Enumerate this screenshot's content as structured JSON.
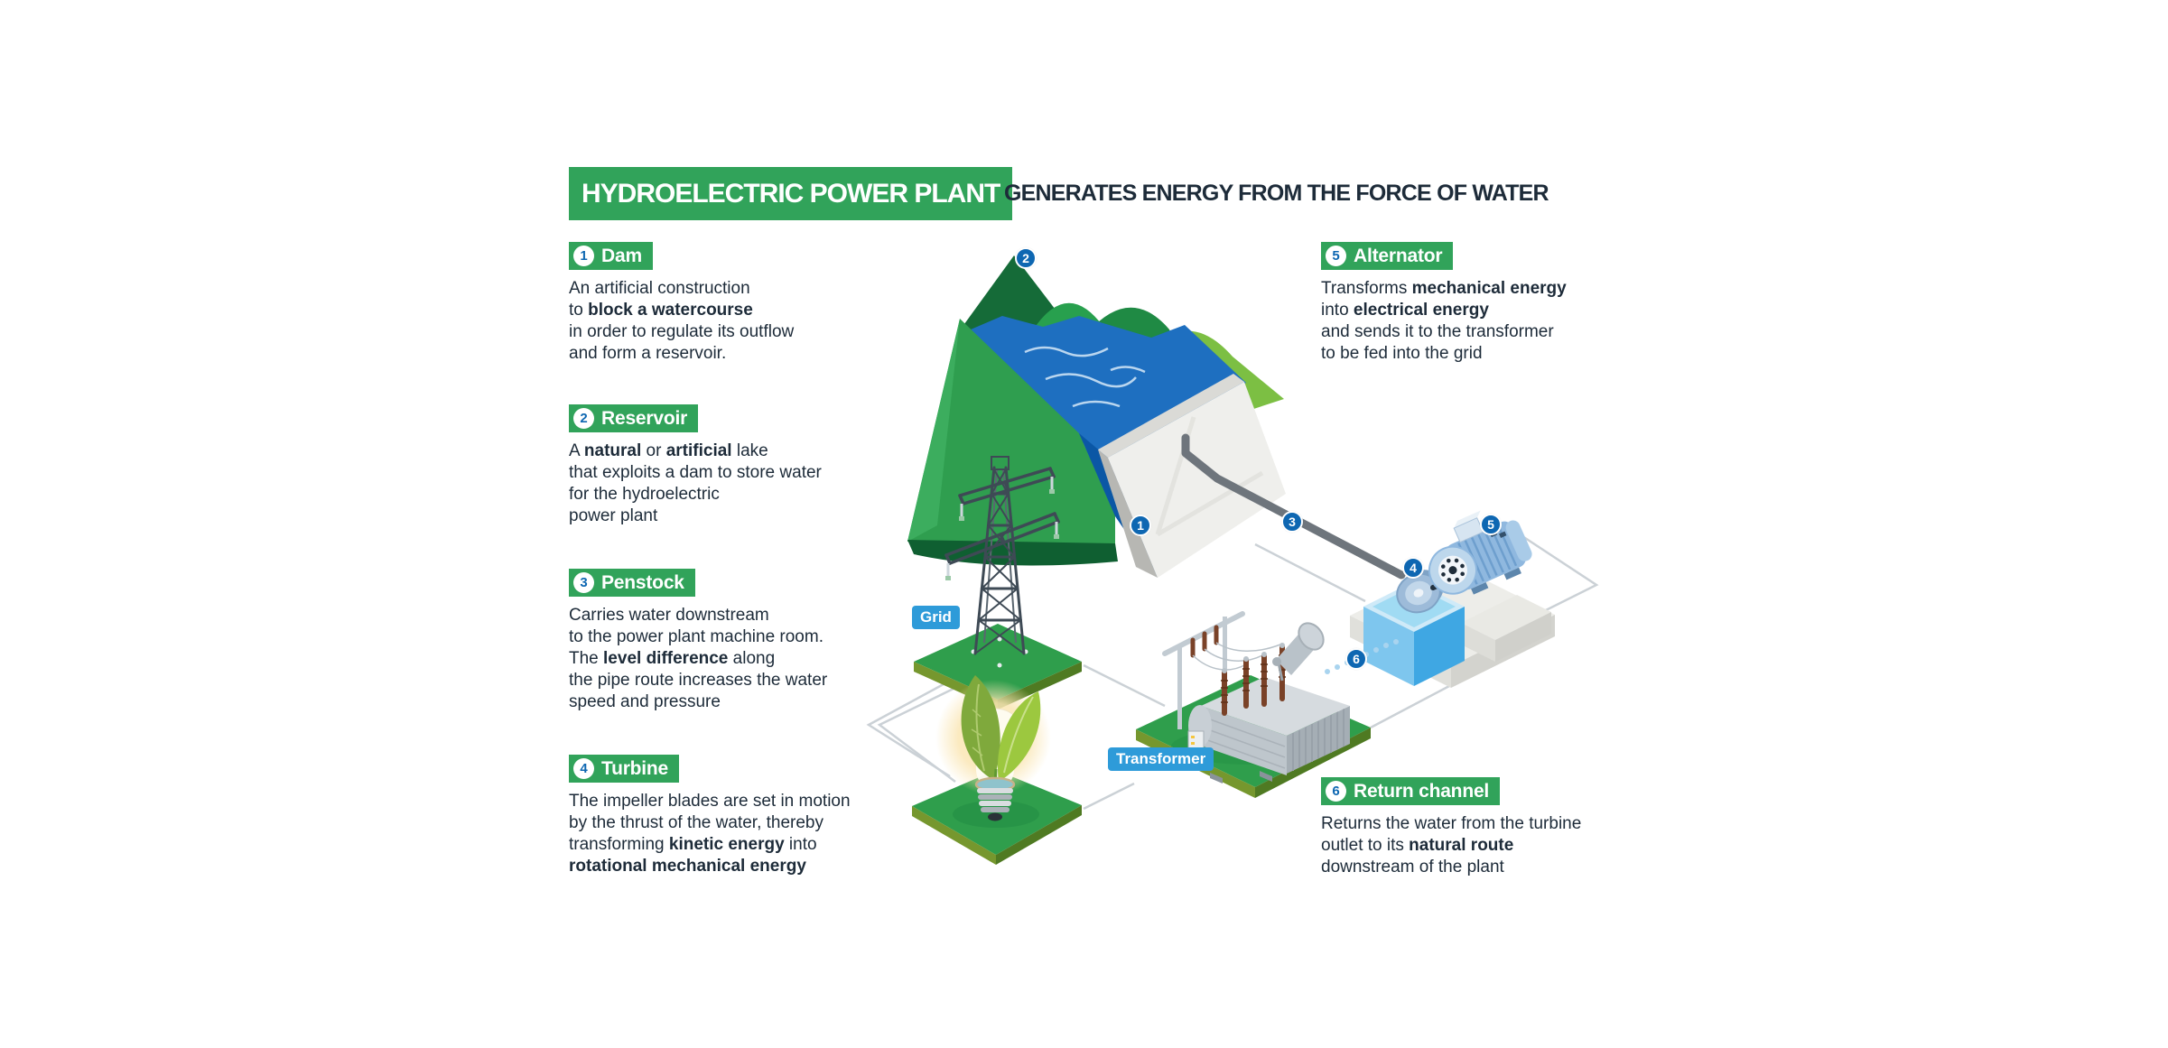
{
  "title": {
    "main": "HYDROELECTRIC POWER PLANT",
    "subtitle": "GENERATES ENERGY FROM THE FORCE OF WATER"
  },
  "colors": {
    "green": "#31A35A",
    "badge_blue": "#0E67B2",
    "chip_blue": "#2E9BD9",
    "ink": "#1D2B39",
    "water_blue": "#1E6FC0",
    "lime_green": "#7CBF43"
  },
  "sections": [
    {
      "number": "1",
      "label": "Dam",
      "lines": [
        [
          {
            "t": "An artificial construction"
          }
        ],
        [
          {
            "t": "to "
          },
          {
            "t": "block a watercourse",
            "b": 1
          }
        ],
        [
          {
            "t": "in order to regulate its outflow"
          }
        ],
        [
          {
            "t": "and form a reservoir."
          }
        ]
      ]
    },
    {
      "number": "2",
      "label": "Reservoir",
      "lines": [
        [
          {
            "t": "A "
          },
          {
            "t": "natural",
            "b": 1
          },
          {
            "t": " or "
          },
          {
            "t": "artificial",
            "b": 1
          },
          {
            "t": " lake"
          }
        ],
        [
          {
            "t": "that exploits a dam to store water"
          }
        ],
        [
          {
            "t": "for the hydroelectric"
          }
        ],
        [
          {
            "t": "power plant"
          }
        ]
      ]
    },
    {
      "number": "3",
      "label": "Penstock",
      "lines": [
        [
          {
            "t": "Carries water downstream"
          }
        ],
        [
          {
            "t": "to the power plant machine room."
          }
        ],
        [
          {
            "t": "The "
          },
          {
            "t": "level difference",
            "b": 1
          },
          {
            "t": " along"
          }
        ],
        [
          {
            "t": "the pipe route increases the water"
          }
        ],
        [
          {
            "t": "speed and pressure"
          }
        ]
      ]
    },
    {
      "number": "4",
      "label": "Turbine",
      "lines": [
        [
          {
            "t": "The impeller blades are set in motion"
          }
        ],
        [
          {
            "t": "by the thrust of the water, thereby"
          }
        ],
        [
          {
            "t": "transforming "
          },
          {
            "t": "kinetic energy",
            "b": 1
          },
          {
            "t": " into"
          }
        ],
        [
          {
            "t": "rotational mechanical energy",
            "b": 1
          }
        ]
      ]
    },
    {
      "number": "5",
      "label": "Alternator",
      "lines": [
        [
          {
            "t": "Transforms "
          },
          {
            "t": "mechanical energy",
            "b": 1
          }
        ],
        [
          {
            "t": "into "
          },
          {
            "t": "electrical energy",
            "b": 1
          }
        ],
        [
          {
            "t": "and sends it to the transformer"
          }
        ],
        [
          {
            "t": "to be fed into the grid"
          }
        ]
      ]
    },
    {
      "number": "6",
      "label": "Return channel",
      "lines": [
        [
          {
            "t": "Returns the water from the turbine"
          }
        ],
        [
          {
            "t": "outlet to its "
          },
          {
            "t": "natural route",
            "b": 1
          }
        ],
        [
          {
            "t": "downstream of the plant"
          }
        ]
      ]
    }
  ],
  "diagram": {
    "grid_label": "Grid",
    "transformer_label": "Transformer",
    "markers": [
      {
        "n": "1"
      },
      {
        "n": "2"
      },
      {
        "n": "3"
      },
      {
        "n": "4"
      },
      {
        "n": "5"
      },
      {
        "n": "6"
      }
    ]
  }
}
